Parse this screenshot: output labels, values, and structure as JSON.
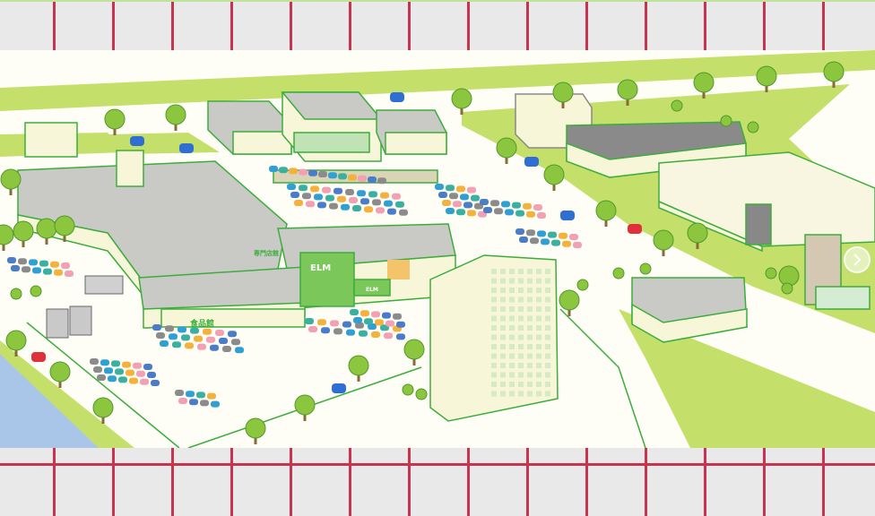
{
  "map": {
    "signs": {
      "elm_tower": "ELM",
      "elm_annex": "ELM",
      "food_hall": "食品館",
      "specialty_hall": "専門店館"
    }
  },
  "controls": {
    "next_icon": "chevron-right-icon"
  },
  "colors": {
    "frame_line": "#c8344f",
    "frame_bg": "#e9e9e9",
    "grass": "#c5e06a",
    "outline": "#3cad3c",
    "roof": "#c9c9c6",
    "wall": "#f8f6d8",
    "river": "#a9c6e8"
  }
}
